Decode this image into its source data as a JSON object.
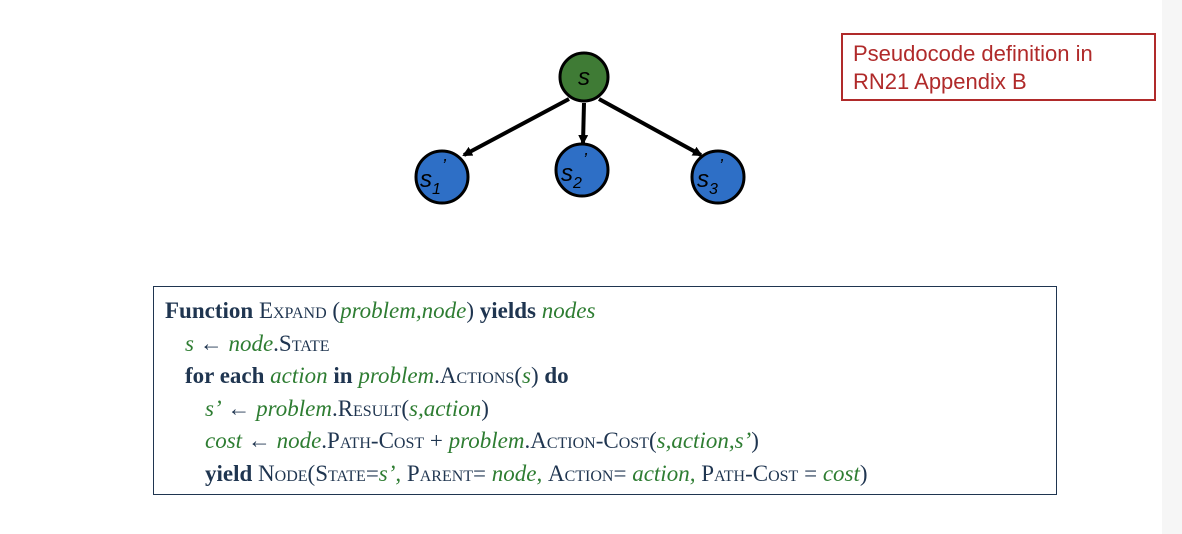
{
  "tree": {
    "root": {
      "label": "s"
    },
    "children": [
      {
        "base": "s",
        "sub": "1",
        "prime": "’"
      },
      {
        "base": "s",
        "sub": "2",
        "prime": "’"
      },
      {
        "base": "s",
        "sub": "3",
        "prime": "’"
      }
    ],
    "colors": {
      "root": "#3f7b35",
      "child": "#2e6fc6",
      "edge": "#000000"
    }
  },
  "note": {
    "text": "Pseudocode definition in RN21 Appendix B",
    "color": "#b02a2a"
  },
  "pseudocode": {
    "l1": {
      "function": "Function",
      "expand": "Expand",
      "params": "problem,node",
      "yields": "yields",
      "nodes": "nodes"
    },
    "l2": {
      "s": "s",
      "arrow": "←",
      "node": "node",
      "state": ".State"
    },
    "l3": {
      "for_each": "for each",
      "action": "action",
      "in": "in",
      "problem": "problem",
      "actions": ".Actions",
      "s": "s",
      "do": "do"
    },
    "l4": {
      "sprime": "s’",
      "arrow": "←",
      "problem": "problem",
      "result": ".Result",
      "args": "s,action"
    },
    "l5": {
      "cost": "cost",
      "arrow": "←",
      "node": "node",
      "path_cost": ".Path-Cost",
      "plus": "+",
      "problem": "problem",
      "action_cost": ".Action-Cost",
      "args": "s,action,s’"
    },
    "l6": {
      "yield": "yield",
      "node_fn": "Node",
      "state_eq": "State=",
      "sprime": "s’,",
      "parent_eq": "Parent=",
      "node": "node,",
      "action_eq": "Action=",
      "action": "action,",
      "path_cost_eq": "Path-Cost =",
      "cost": "cost"
    }
  }
}
